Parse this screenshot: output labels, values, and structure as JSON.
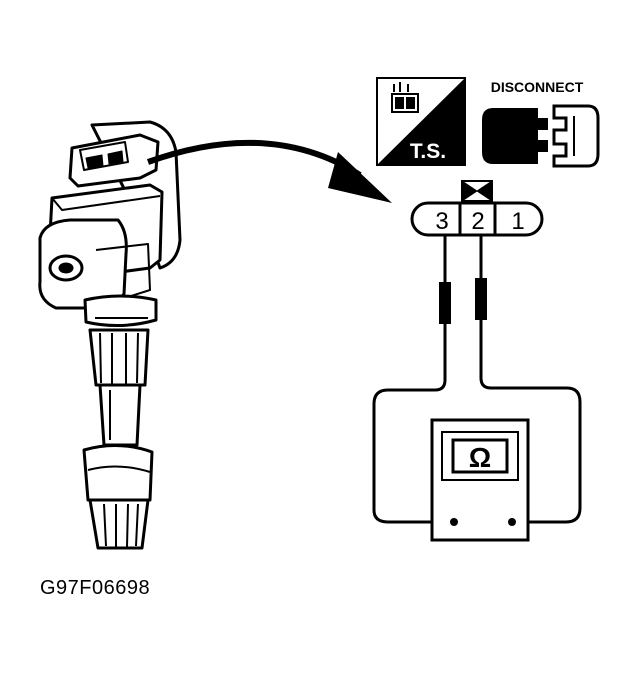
{
  "figure": {
    "id_label": "G97F06698"
  },
  "badges": {
    "ts_label": "T.S.",
    "disconnect_label": "DISCONNECT"
  },
  "connector": {
    "pins": [
      "3",
      "2",
      "1"
    ]
  },
  "meter": {
    "symbol": "Ω"
  },
  "colors": {
    "ink": "#000000",
    "paper": "#ffffff"
  }
}
